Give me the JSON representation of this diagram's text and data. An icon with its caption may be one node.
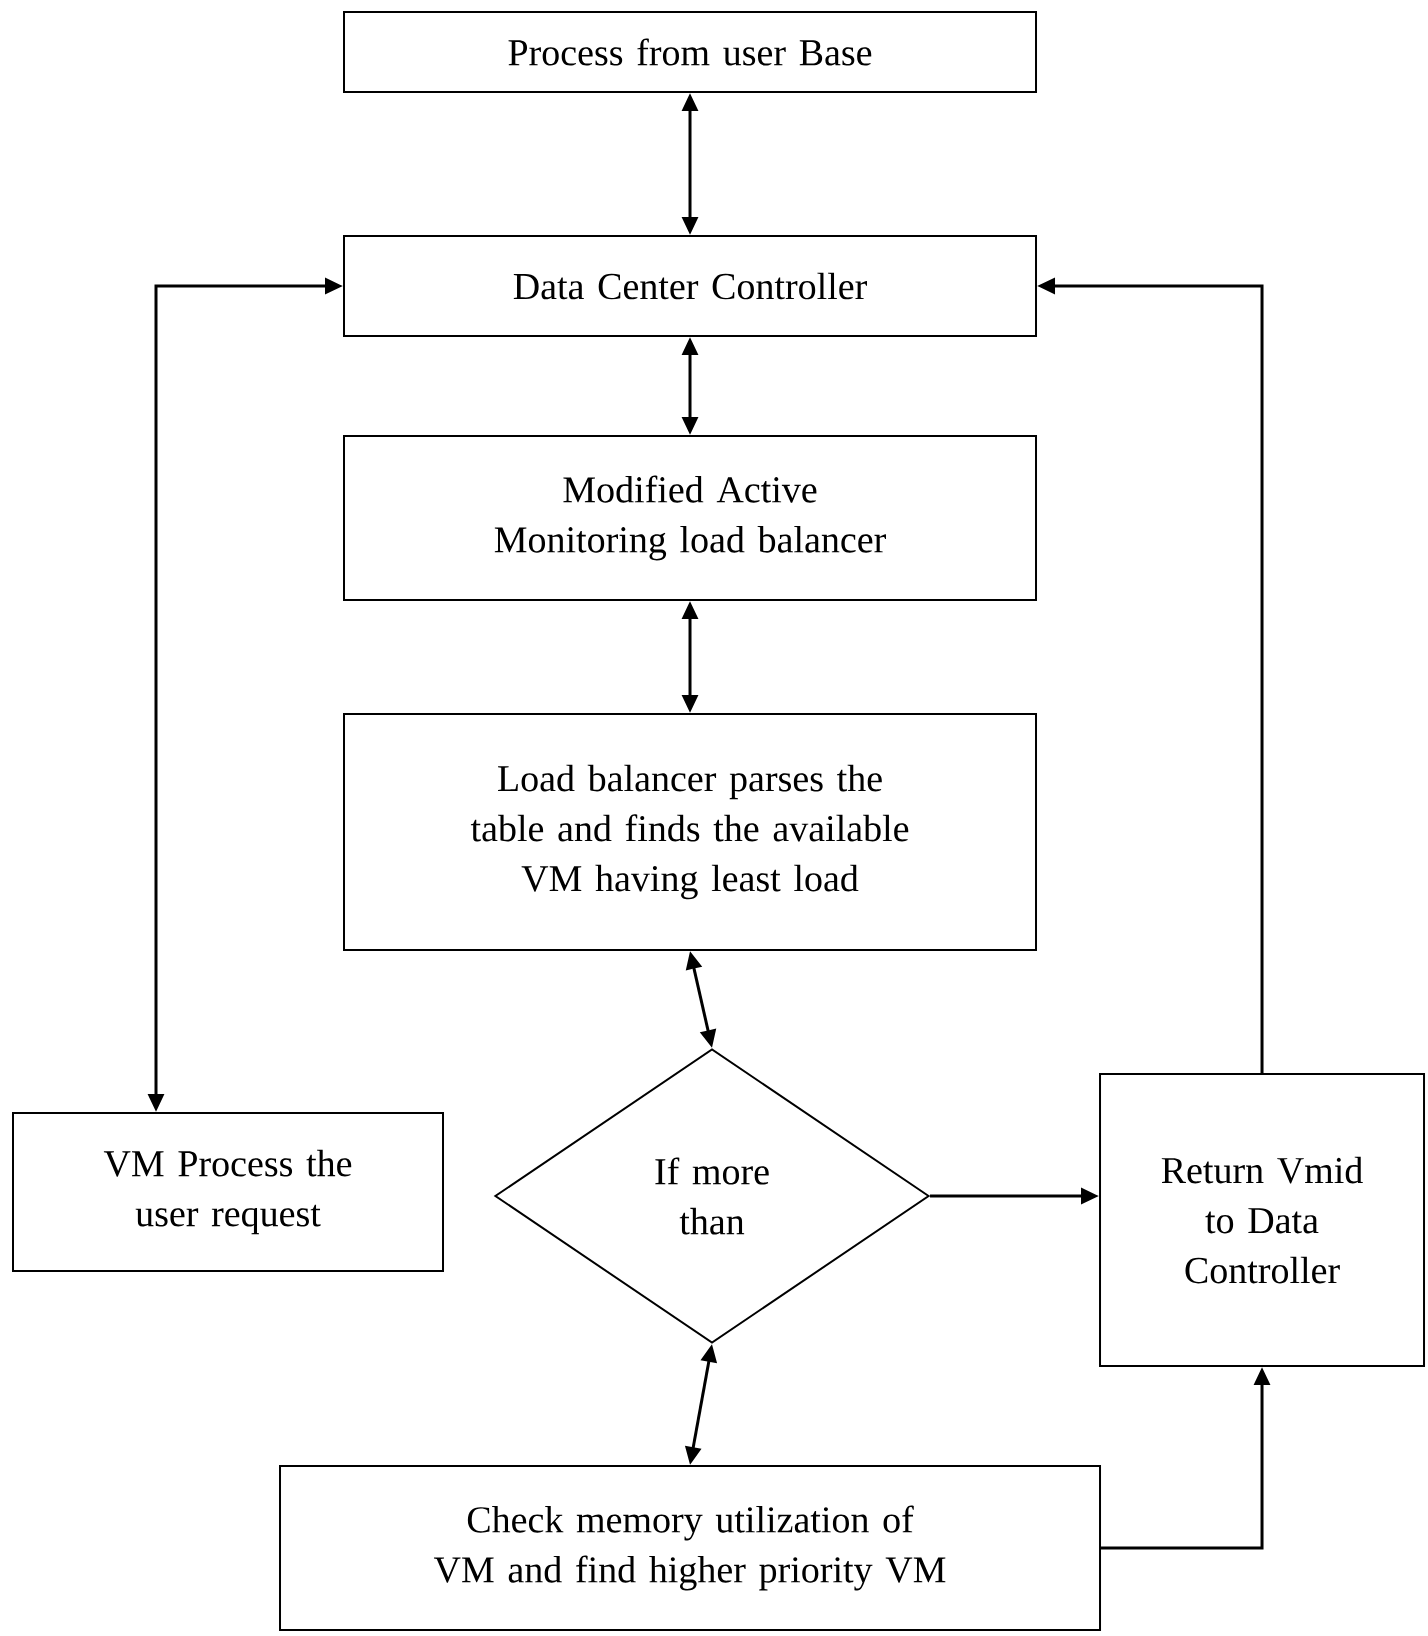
{
  "diagram": {
    "nodes": [
      {
        "text": [
          "Process from user Base"
        ]
      },
      {
        "text": [
          "Data Center Controller"
        ]
      },
      {
        "text": [
          "Modified Active Monitoring load balancer"
        ]
      },
      {
        "text": [
          "Load balancer parses the table and finds the available VM having least load"
        ]
      },
      {
        "text": [
          "VM Process the user request"
        ]
      },
      {
        "text": [
          "If more than"
        ]
      },
      {
        "text": [
          "Return Vmid to Data Controller"
        ]
      },
      {
        "text": [
          "Check memory utilization of VM and find higher priority VM"
        ]
      }
    ],
    "edges": [
      {
        "from": 0,
        "to": 1,
        "arrow": "both"
      },
      {
        "from": 1,
        "to": 2,
        "arrow": "both"
      },
      {
        "from": 2,
        "to": 3,
        "arrow": "both"
      },
      {
        "from": 3,
        "to": 5,
        "arrow": "both"
      },
      {
        "from": 5,
        "to": 7,
        "arrow": "both"
      },
      {
        "from": 5,
        "to": 6,
        "arrow": "to"
      },
      {
        "from": 7,
        "to": 6,
        "arrow": "to"
      },
      {
        "from": 6,
        "to": 1,
        "arrow": "to"
      },
      {
        "from": 1,
        "to": 4,
        "arrow": "both"
      }
    ]
  }
}
